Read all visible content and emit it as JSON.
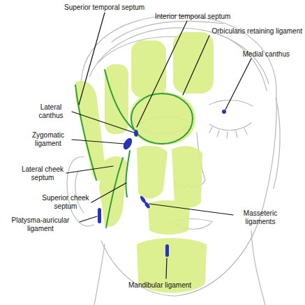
{
  "diagram": {
    "labels": [
      "Superior temporal septum",
      "Interior temporal septum",
      "Orbicularis retaining ligament",
      "Medial canthus",
      "Lateral canthus",
      "Zygomatic ligament",
      "Lateral cheek septum",
      "Superior cheek septum",
      "Platysma-auricular ligament",
      "Masseteric ligaments",
      "Mandibular ligament"
    ]
  }
}
